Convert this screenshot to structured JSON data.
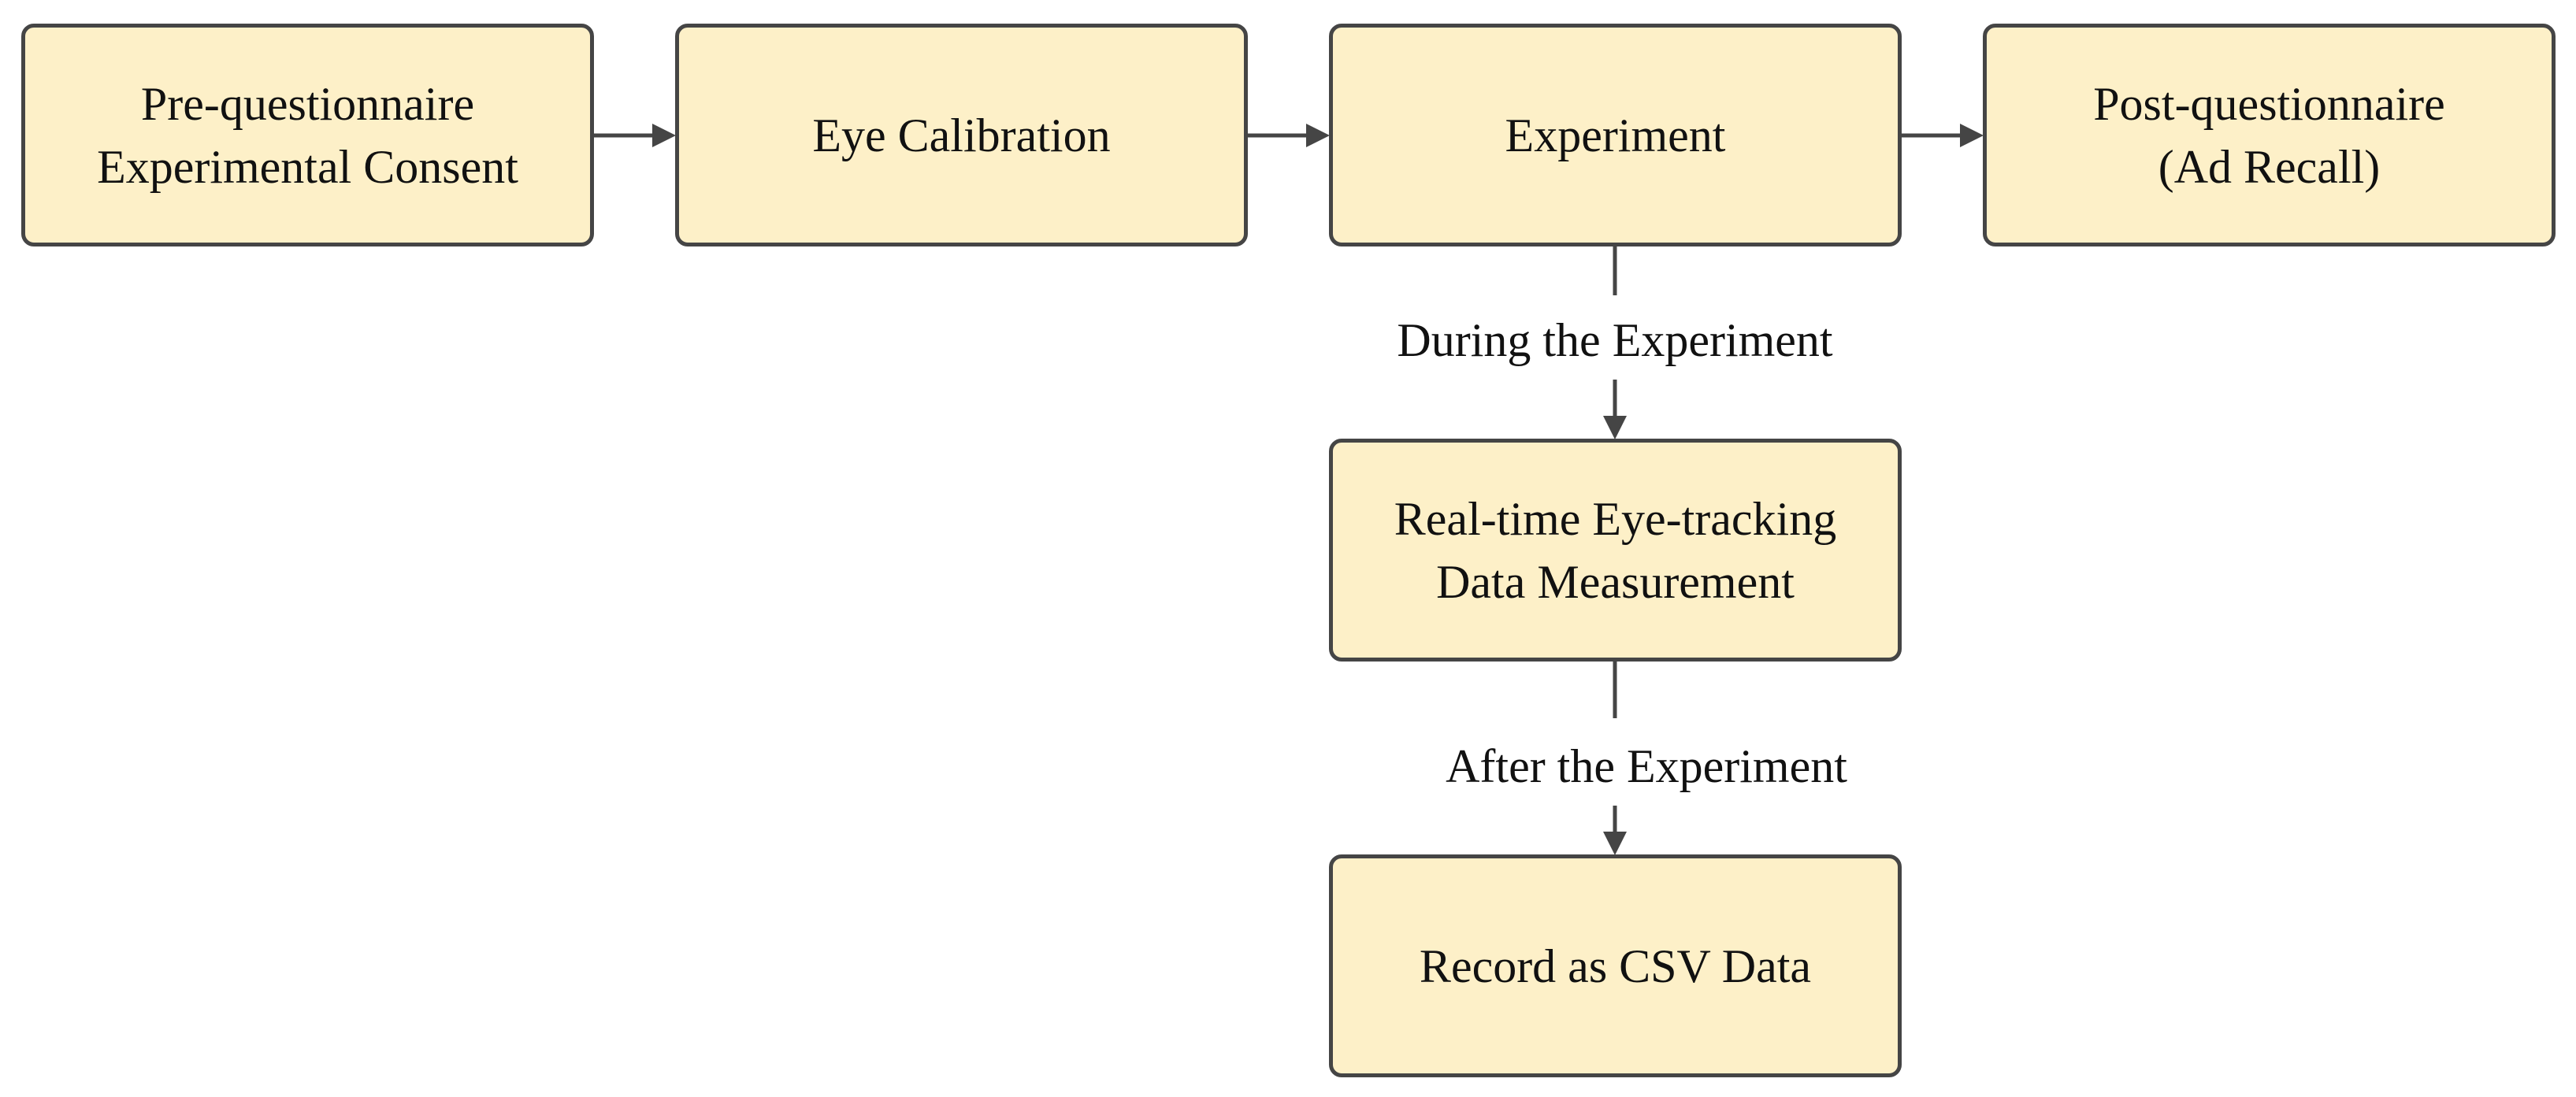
{
  "diagram": {
    "nodes": [
      {
        "id": "pre_questionnaire",
        "lines": [
          "Pre-questionnaire",
          "Experimental Consent"
        ]
      },
      {
        "id": "eye_calibration",
        "lines": [
          "Eye Calibration"
        ]
      },
      {
        "id": "experiment",
        "lines": [
          "Experiment"
        ]
      },
      {
        "id": "post_questionnaire",
        "lines": [
          "Post-questionnaire",
          "(Ad Recall)"
        ]
      },
      {
        "id": "realtime_tracking",
        "lines": [
          "Real-time Eye-tracking",
          "Data Measurement"
        ]
      },
      {
        "id": "record_csv",
        "lines": [
          "Record as CSV Data"
        ]
      }
    ],
    "edges": [
      {
        "from": "pre_questionnaire",
        "to": "eye_calibration",
        "label": ""
      },
      {
        "from": "eye_calibration",
        "to": "experiment",
        "label": ""
      },
      {
        "from": "experiment",
        "to": "post_questionnaire",
        "label": ""
      },
      {
        "from": "experiment",
        "to": "realtime_tracking",
        "label": "During the Experiment"
      },
      {
        "from": "realtime_tracking",
        "to": "record_csv",
        "label": "After the Experiment"
      }
    ]
  },
  "colors": {
    "node_fill": "#fdf0c8",
    "node_border": "#454545",
    "arrow": "#454545"
  }
}
